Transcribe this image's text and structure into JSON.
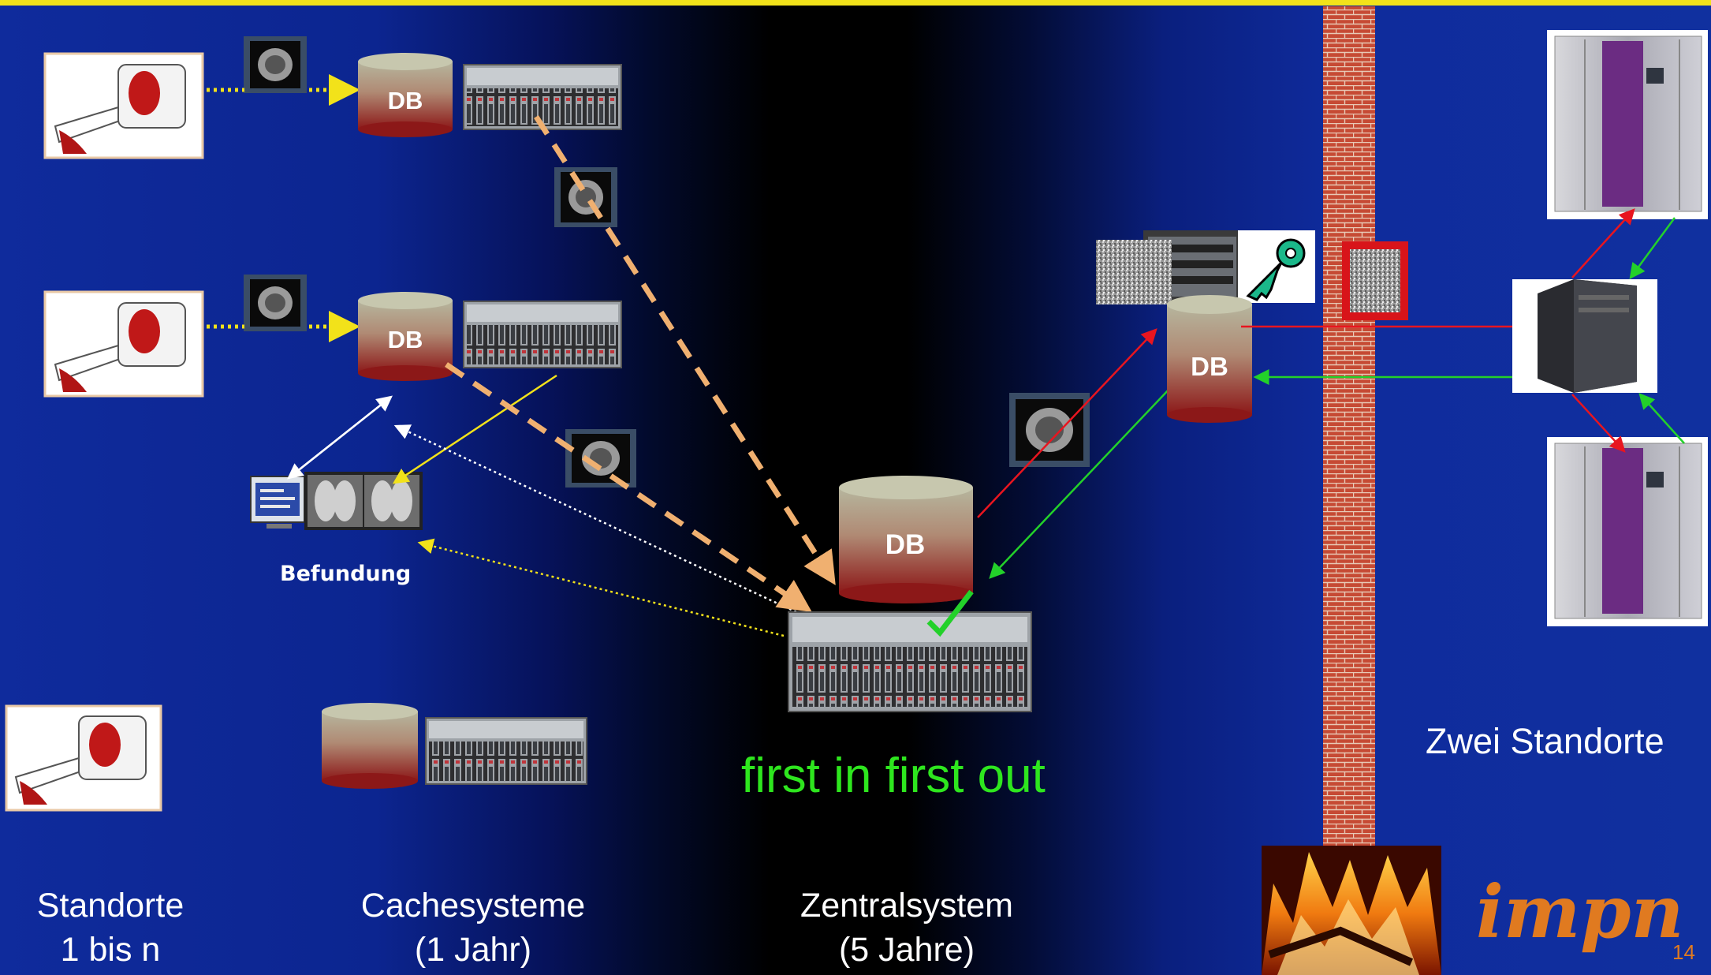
{
  "labels": {
    "standorte": "Standorte\n1 bis n",
    "cachesysteme": "Cachesysteme\n(1 Jahr)",
    "zentralsystem": "Zentralsystem\n(5 Jahre)",
    "zwei_standorte": "Zwei Standorte",
    "befundung": "Befundung",
    "fifo": "first in first out",
    "db": "DB",
    "page_number": "14",
    "logo_text": "impn"
  },
  "colors": {
    "bar": "#f2e21a",
    "fifo_green": "#2ee61e",
    "orange_flow": "#f0b070",
    "red_flow": "#e8151f",
    "green_flow": "#23d12a",
    "brick": "#c64a34"
  }
}
